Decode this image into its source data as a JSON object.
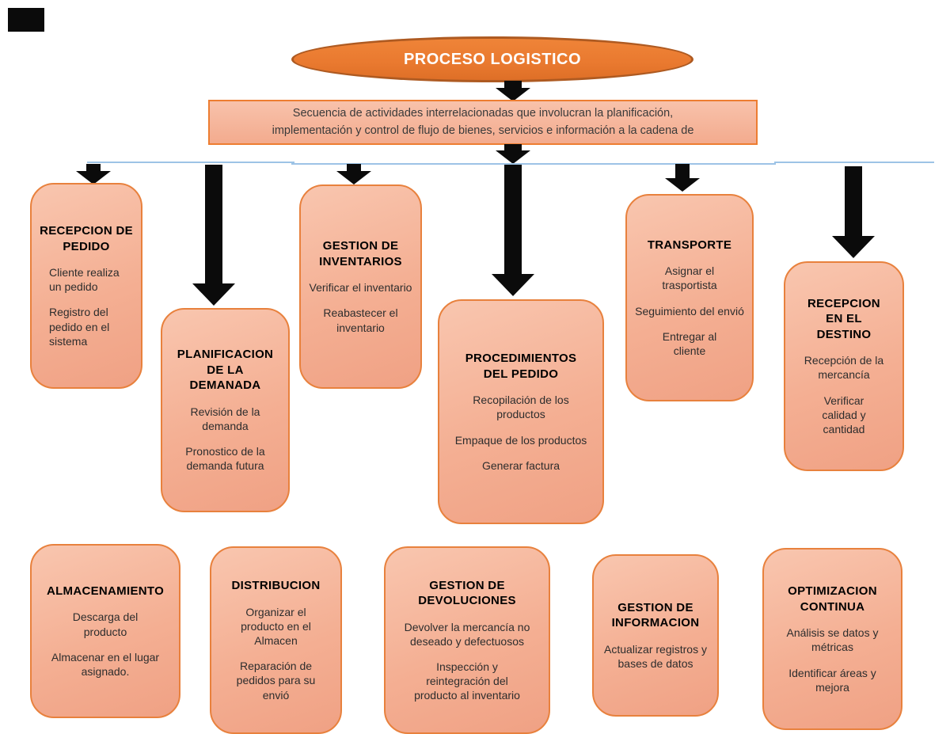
{
  "diagram": {
    "title": "PROCESO LOGISTICO",
    "description_lines": [
      "Secuencia de actividades interrelacionadas que involucran la planificación,",
      "implementación y control de flujo de bienes, servicios e información a la cadena de"
    ]
  },
  "colors": {
    "ellipse_fill": "#E9792F",
    "ellipse_border": "#AE5A21",
    "box_fill": "#F4AF93",
    "box_border": "#ED7D31",
    "connector": "#0B0B0B",
    "divider_line": "#9DC3E6",
    "title_text": "#FFFFFF"
  },
  "nodes": [
    {
      "title": "RECEPCION DE PEDIDO",
      "items": [
        "Cliente realiza un pedido",
        "Registro del pedido en el sistema"
      ]
    },
    {
      "title": "PLANIFICACION DE LA DEMANADA",
      "items": [
        "Revisión de la demanda",
        "Pronostico de la demanda futura"
      ]
    },
    {
      "title": "GESTION DE INVENTARIOS",
      "items": [
        "Verificar el inventario",
        "Reabastecer el inventario"
      ]
    },
    {
      "title": "PROCEDIMIENTOS DEL PEDIDO",
      "items": [
        "Recopilación de los productos",
        "Empaque de los productos",
        "Generar factura"
      ]
    },
    {
      "title": "TRANSPORTE",
      "items": [
        "Asignar el trasportista",
        "Seguimiento del envió",
        "Entregar al cliente"
      ]
    },
    {
      "title": "RECEPCION EN EL DESTINO",
      "items": [
        "Recepción de la mercancía",
        "Verificar calidad y cantidad"
      ]
    },
    {
      "title": "ALMACENAMIENTO",
      "items": [
        "Descarga del producto",
        "Almacenar en el lugar asignado."
      ]
    },
    {
      "title": "DISTRIBUCION",
      "items": [
        "Organizar el producto en el Almacen",
        "Reparación de pedidos para su envió"
      ]
    },
    {
      "title": "GESTION DE DEVOLUCIONES",
      "items": [
        "Devolver la mercancía no deseado y defectuosos",
        "Inspección y reintegración del producto al inventario"
      ]
    },
    {
      "title": "GESTION DE INFORMACION",
      "items": [
        "Actualizar registros y bases de datos"
      ]
    },
    {
      "title": "OPTIMIZACION CONTINUA",
      "items": [
        "Análisis se datos y métricas",
        "Identificar áreas y mejora"
      ]
    }
  ]
}
